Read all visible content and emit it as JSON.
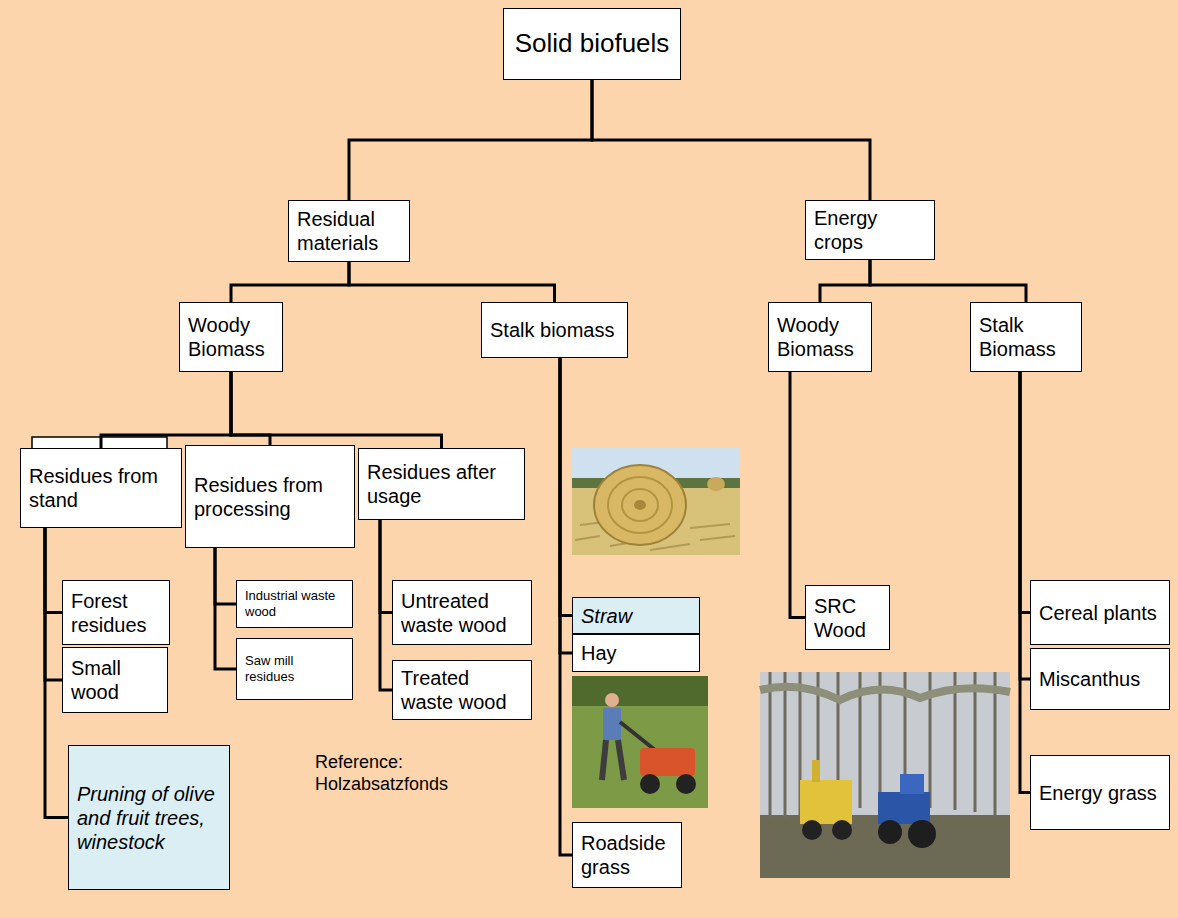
{
  "diagram": {
    "nodes": [
      {
        "text": [
          "Solid biofuels"
        ]
      },
      {
        "text": [
          "Residual materials"
        ]
      },
      {
        "text": [
          "Energy crops"
        ]
      },
      {
        "text": [
          "Woody Biomass"
        ]
      },
      {
        "text": [
          "Stalk biomass"
        ]
      },
      {
        "text": [
          "Woody Biomass"
        ]
      },
      {
        "text": [
          "Stalk Biomass"
        ]
      },
      {
        "text": [
          "Residues from stand"
        ]
      },
      {
        "text": [
          "Residues from processing"
        ]
      },
      {
        "text": [
          "Residues after usage"
        ]
      },
      {
        "text": [
          "Forest residues"
        ]
      },
      {
        "text": [
          "Small wood"
        ]
      },
      {
        "text": [
          "Pruning of olive and fruit trees, winestock"
        ]
      },
      {
        "text": [
          "Industrial waste wood"
        ]
      },
      {
        "text": [
          "Saw mill residues"
        ]
      },
      {
        "text": [
          "Untreated waste wood"
        ]
      },
      {
        "text": [
          "Treated waste wood"
        ]
      },
      {
        "text": [
          "Straw"
        ]
      },
      {
        "text": [
          "Hay"
        ]
      },
      {
        "text": [
          "Roadside grass"
        ]
      },
      {
        "text": [
          "SRC Wood"
        ]
      },
      {
        "text": [
          "Cereal plants"
        ]
      },
      {
        "text": [
          "Miscanthus"
        ]
      },
      {
        "text": [
          "Energy grass"
        ]
      }
    ],
    "edges": [
      {
        "from": 0,
        "to": 1,
        "arrow": "none"
      },
      {
        "from": 0,
        "to": 2,
        "arrow": "none"
      },
      {
        "from": 1,
        "to": 3,
        "arrow": "none"
      },
      {
        "from": 1,
        "to": 4,
        "arrow": "none"
      },
      {
        "from": 2,
        "to": 5,
        "arrow": "none"
      },
      {
        "from": 2,
        "to": 6,
        "arrow": "none"
      },
      {
        "from": 3,
        "to": 7,
        "arrow": "none"
      },
      {
        "from": 3,
        "to": 8,
        "arrow": "none"
      },
      {
        "from": 3,
        "to": 9,
        "arrow": "none"
      },
      {
        "from": 7,
        "to": 10,
        "arrow": "none"
      },
      {
        "from": 7,
        "to": 11,
        "arrow": "none"
      },
      {
        "from": 7,
        "to": 12,
        "arrow": "none"
      },
      {
        "from": 8,
        "to": 13,
        "arrow": "none"
      },
      {
        "from": 8,
        "to": 14,
        "arrow": "none"
      },
      {
        "from": 9,
        "to": 15,
        "arrow": "none"
      },
      {
        "from": 9,
        "to": 16,
        "arrow": "none"
      },
      {
        "from": 4,
        "to": 17,
        "arrow": "none"
      },
      {
        "from": 4,
        "to": 18,
        "arrow": "none"
      },
      {
        "from": 4,
        "to": 19,
        "arrow": "none"
      },
      {
        "from": 5,
        "to": 20,
        "arrow": "none"
      },
      {
        "from": 6,
        "to": 21,
        "arrow": "none"
      },
      {
        "from": 6,
        "to": 22,
        "arrow": "none"
      },
      {
        "from": 6,
        "to": 23,
        "arrow": "none"
      }
    ],
    "labels": [
      "Reference: Holzabsatzfonds"
    ]
  }
}
